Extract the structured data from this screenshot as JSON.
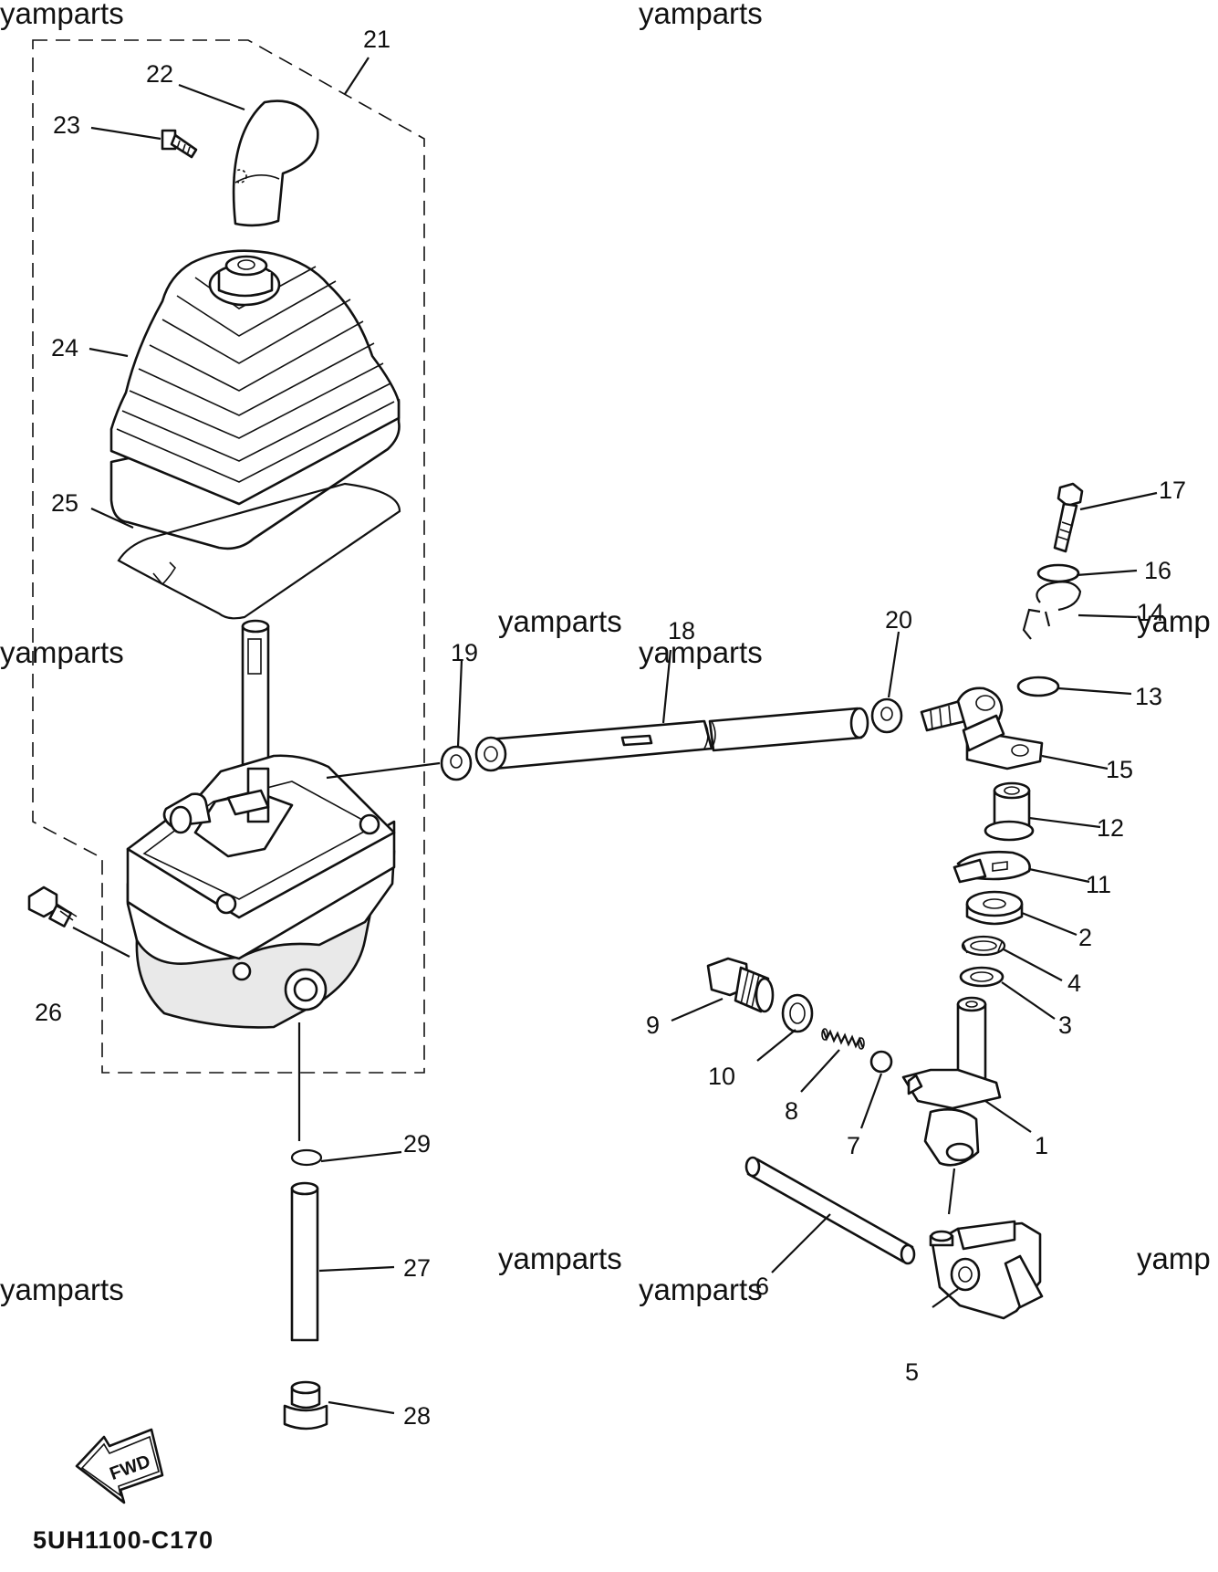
{
  "watermarks": [
    {
      "text": "yamparts"
    },
    {
      "text": "yamparts"
    },
    {
      "text": "yamparts"
    },
    {
      "text": "yamparts"
    },
    {
      "text": "yamp"
    },
    {
      "text": "yamparts"
    },
    {
      "text": "yamparts"
    },
    {
      "text": "yamparts"
    },
    {
      "text": "yamparts"
    },
    {
      "text": "yamp"
    }
  ],
  "callouts": [
    "1",
    "2",
    "3",
    "4",
    "5",
    "6",
    "7",
    "8",
    "9",
    "10",
    "11",
    "12",
    "13",
    "14",
    "15",
    "16",
    "17",
    "18",
    "19",
    "20",
    "21",
    "22",
    "23",
    "24",
    "25",
    "26",
    "27",
    "28",
    "29"
  ],
  "fwd_label": "FWD",
  "diagram_code": "5UH1100-C170"
}
